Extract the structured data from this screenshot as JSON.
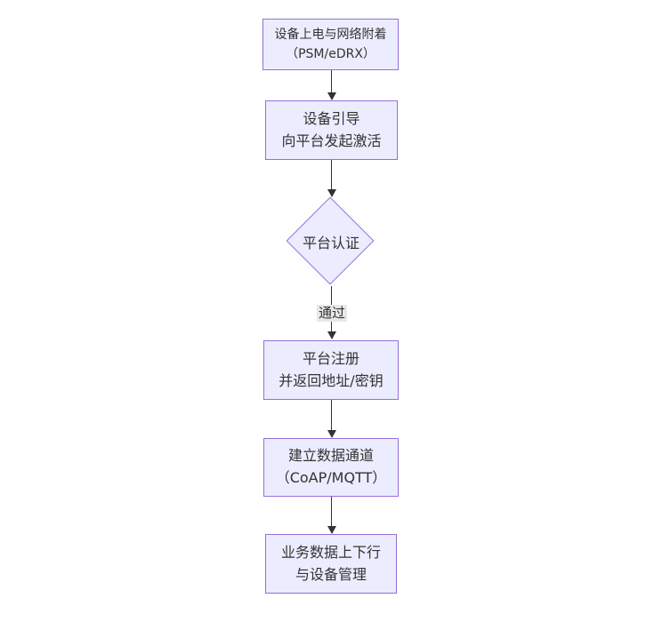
{
  "diagram": {
    "type": "flowchart",
    "direction": "top-down",
    "colors": {
      "node_fill": "#ECECFF",
      "node_border": "#9370DB",
      "text": "#333333",
      "edge": "#333333",
      "edge_label_bg": "#e8e8e8",
      "background": "#ffffff"
    },
    "nodes": [
      {
        "id": "n1",
        "shape": "rect",
        "lines": [
          "设备上电与网络附着",
          "（PSM/eDRX）"
        ]
      },
      {
        "id": "n2",
        "shape": "rect",
        "lines": [
          "设备引导",
          "向平台发起激活"
        ]
      },
      {
        "id": "d1",
        "shape": "diamond",
        "lines": [
          "平台认证"
        ]
      },
      {
        "id": "n3",
        "shape": "rect",
        "lines": [
          "平台注册",
          "并返回地址/密钥"
        ]
      },
      {
        "id": "n4",
        "shape": "rect",
        "lines": [
          "建立数据通道",
          "（CoAP/MQTT）"
        ]
      },
      {
        "id": "n5",
        "shape": "rect",
        "lines": [
          "业务数据上下行",
          "与设备管理"
        ]
      }
    ],
    "edges": [
      {
        "from": "n1",
        "to": "n2",
        "label": ""
      },
      {
        "from": "n2",
        "to": "d1",
        "label": ""
      },
      {
        "from": "d1",
        "to": "n3",
        "label": "通过"
      },
      {
        "from": "n3",
        "to": "n4",
        "label": ""
      },
      {
        "from": "n4",
        "to": "n5",
        "label": ""
      }
    ]
  }
}
